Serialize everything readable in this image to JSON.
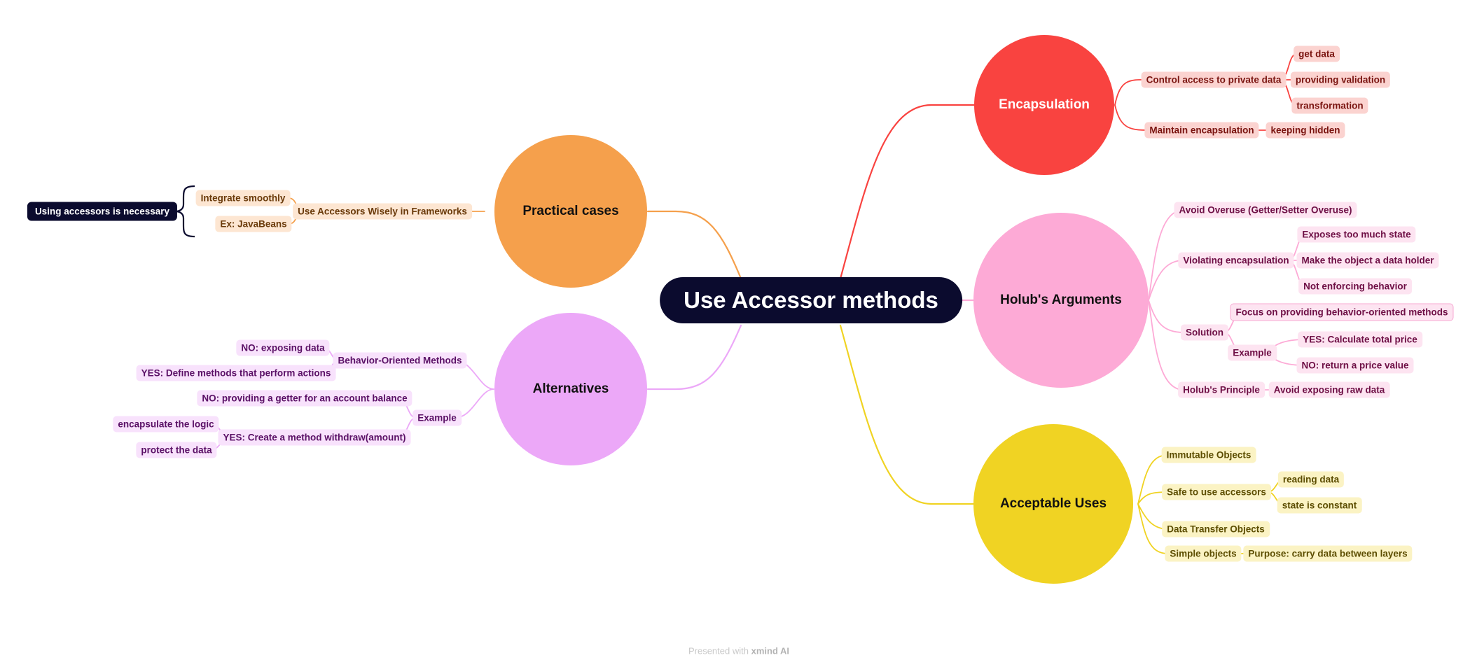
{
  "center": "Use Accessor methods",
  "colors": {
    "encapsulation": "#f94340",
    "holub": "#fdaad6",
    "acceptable": "#f0d323",
    "practical": "#f5a04c",
    "alternatives": "#eca8f8",
    "center": "#0b0b2e"
  },
  "branches": {
    "encapsulation": {
      "label": "Encapsulation",
      "control": "Control access to private data",
      "get_data": "get data",
      "validation": "providing validation",
      "transformation": "transformation",
      "maintain": "Maintain encapsulation",
      "keeping_hidden": "keeping hidden"
    },
    "holub": {
      "label": "Holub's Arguments",
      "avoid_overuse": "Avoid Overuse (Getter/Setter Overuse)",
      "violating": "Violating encapsulation",
      "exposes": "Exposes too much state",
      "data_holder": "Make the object a data holder",
      "not_enforcing": "Not enforcing behavior",
      "solution": "Solution",
      "focus": "Focus on providing behavior-oriented methods",
      "example": "Example",
      "yes_total": "YES: Calculate total price",
      "no_price": "NO: return a price value",
      "principle": "Holub's Principle",
      "avoid_raw": "Avoid exposing raw data"
    },
    "acceptable": {
      "label": "Acceptable Uses",
      "immutable": "Immutable Objects",
      "safe": "Safe to use accessors",
      "reading": "reading data",
      "constant": "state is constant",
      "dto": "Data Transfer Objects",
      "simple": "Simple objects",
      "purpose": "Purpose: carry data between layers"
    },
    "practical": {
      "label": "Practical cases",
      "wisely": "Use Accessors Wisely in Frameworks",
      "integrate": "Integrate smoothly",
      "javabeans": "Ex: JavaBeans",
      "necessary": "Using accessors is necessary"
    },
    "alternatives": {
      "label": "Alternatives",
      "behavior": "Behavior-Oriented Methods",
      "no_exposing": "NO: exposing data",
      "yes_define": "YES: Define methods that perform actions",
      "example": "Example",
      "no_getter": "NO: providing a getter for an account balance",
      "yes_withdraw": "YES: Create a method withdraw(amount)",
      "encapsulate": "encapsulate the logic",
      "protect": "protect the data"
    }
  },
  "footer": {
    "prefix": "Presented with",
    "brand": "xmind AI"
  }
}
